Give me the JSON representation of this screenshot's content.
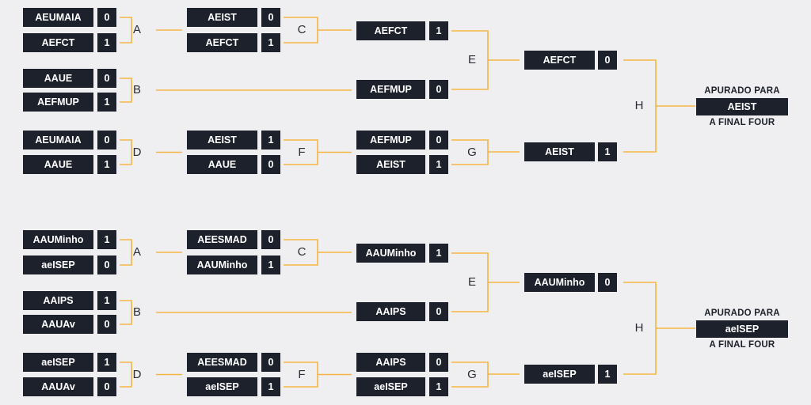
{
  "brackets": [
    {
      "qf": [
        {
          "t1": {
            "name": "AEUMAIA",
            "score": "0"
          },
          "t2": {
            "name": "AEFCT",
            "score": "1"
          },
          "label": "A"
        },
        {
          "t1": {
            "name": "AAUE",
            "score": "0"
          },
          "t2": {
            "name": "AEFMUP",
            "score": "1"
          },
          "label": "B"
        },
        {
          "t1": {
            "name": "AEUMAIA",
            "score": "0"
          },
          "t2": {
            "name": "AAUE",
            "score": "1"
          },
          "label": "D"
        }
      ],
      "r2": [
        {
          "t1": {
            "name": "AEIST",
            "score": "0"
          },
          "t2": {
            "name": "AEFCT",
            "score": "1"
          },
          "label": "C"
        },
        {
          "t1": {
            "name": "AEIST",
            "score": "1"
          },
          "t2": {
            "name": "AAUE",
            "score": "0"
          },
          "label": "F"
        }
      ],
      "sf": [
        {
          "t1": {
            "name": "AEFCT",
            "score": "1"
          },
          "t2": {
            "name": "AEFMUP",
            "score": "0"
          },
          "label": "E"
        },
        {
          "t1": {
            "name": "AEFMUP",
            "score": "0"
          },
          "t2": {
            "name": "AEIST",
            "score": "1"
          },
          "label": "G"
        }
      ],
      "final": {
        "t1": {
          "name": "AEFCT",
          "score": "0"
        },
        "t2": {
          "name": "AEIST",
          "score": "1"
        },
        "label": "H"
      },
      "winner": {
        "top": "APURADO PARA",
        "name": "AEIST",
        "bottom": "A FINAL FOUR"
      }
    },
    {
      "qf": [
        {
          "t1": {
            "name": "AAUMinho",
            "score": "1"
          },
          "t2": {
            "name": "aeISEP",
            "score": "0"
          },
          "label": "A"
        },
        {
          "t1": {
            "name": "AAIPS",
            "score": "1"
          },
          "t2": {
            "name": "AAUAv",
            "score": "0"
          },
          "label": "B"
        },
        {
          "t1": {
            "name": "aeISEP",
            "score": "1"
          },
          "t2": {
            "name": "AAUAv",
            "score": "0"
          },
          "label": "D"
        }
      ],
      "r2": [
        {
          "t1": {
            "name": "AEESMAD",
            "score": "0"
          },
          "t2": {
            "name": "AAUMinho",
            "score": "1"
          },
          "label": "C"
        },
        {
          "t1": {
            "name": "AEESMAD",
            "score": "0"
          },
          "t2": {
            "name": "aeISEP",
            "score": "1"
          },
          "label": "F"
        }
      ],
      "sf": [
        {
          "t1": {
            "name": "AAUMinho",
            "score": "1"
          },
          "t2": {
            "name": "AAIPS",
            "score": "0"
          },
          "label": "E"
        },
        {
          "t1": {
            "name": "AAIPS",
            "score": "0"
          },
          "t2": {
            "name": "aeISEP",
            "score": "1"
          },
          "label": "G"
        }
      ],
      "final": {
        "t1": {
          "name": "AAUMinho",
          "score": "0"
        },
        "t2": {
          "name": "aeISEP",
          "score": "1"
        },
        "label": "H"
      },
      "winner": {
        "top": "APURADO PARA",
        "name": "aeISEP",
        "bottom": "A FINAL FOUR"
      }
    }
  ],
  "colors": {
    "line": "#f5b544",
    "box": "#1d212b",
    "background": "#efeff1"
  }
}
